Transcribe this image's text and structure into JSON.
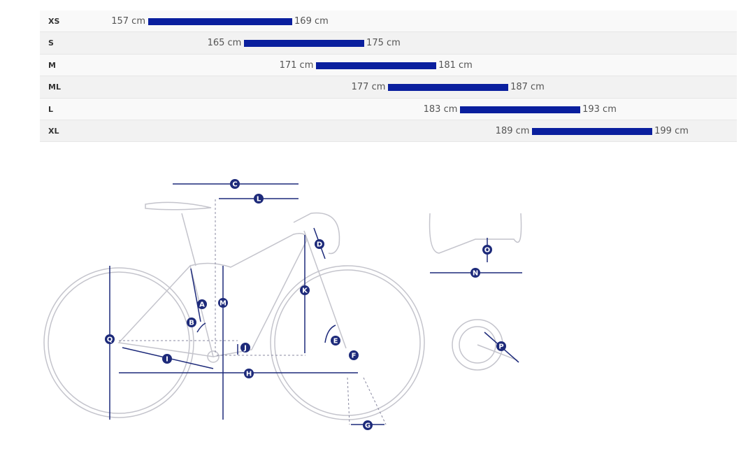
{
  "sizes": [
    {
      "size": "XS",
      "min": 157,
      "max": 169,
      "min_label": "157 cm",
      "max_label": "169 cm"
    },
    {
      "size": "S",
      "min": 165,
      "max": 175,
      "min_label": "165 cm",
      "max_label": "175 cm"
    },
    {
      "size": "M",
      "min": 171,
      "max": 181,
      "min_label": "171 cm",
      "max_label": "181 cm"
    },
    {
      "size": "ML",
      "min": 177,
      "max": 187,
      "min_label": "177 cm",
      "max_label": "187 cm"
    },
    {
      "size": "L",
      "min": 183,
      "max": 193,
      "min_label": "183 cm",
      "max_label": "193 cm"
    },
    {
      "size": "XL",
      "min": 189,
      "max": 199,
      "min_label": "189 cm",
      "max_label": "199 cm"
    }
  ],
  "colors": {
    "bar": "#0a1f9e",
    "dim": "#1d2a7a",
    "frame": "#bdbdc4"
  },
  "geometry_labels": {
    "A": "A",
    "B": "B",
    "C": "C",
    "D": "D",
    "E": "E",
    "F": "F",
    "G": "G",
    "H": "H",
    "I": "I",
    "J": "J",
    "K": "K",
    "L": "L",
    "M": "M",
    "N": "N",
    "O": "O",
    "P": "P",
    "Q": "Q"
  }
}
